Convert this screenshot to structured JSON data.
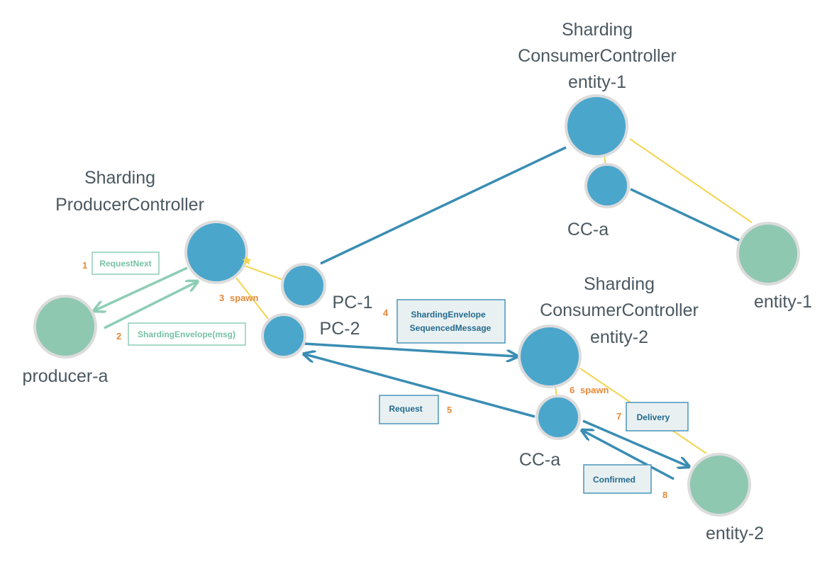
{
  "nodes": {
    "sharding_producer_controller": {
      "label_line1": "Sharding",
      "label_line2": "ProducerController"
    },
    "producer_a": {
      "label": "producer-a"
    },
    "pc_1": {
      "label": "PC-1"
    },
    "pc_2": {
      "label": "PC-2"
    },
    "consumer_controller_entity_1": {
      "label_line1": "Sharding",
      "label_line2": "ConsumerController",
      "label_line3": "entity-1"
    },
    "cc_a_top": {
      "label": "CC-a"
    },
    "entity_1": {
      "label": "entity-1"
    },
    "consumer_controller_entity_2": {
      "label_line1": "Sharding",
      "label_line2": "ConsumerController",
      "label_line3": "entity-2"
    },
    "cc_a_bottom": {
      "label": "CC-a"
    },
    "entity_2": {
      "label": "entity-2"
    }
  },
  "steps": {
    "s1": {
      "num": "1",
      "message": "RequestNext"
    },
    "s2": {
      "num": "2",
      "message": "ShardingEnvelope(msg)"
    },
    "s3": {
      "num": "3",
      "action": "spawn"
    },
    "s4": {
      "num": "4",
      "message_line1": "ShardingEnvelope",
      "message_line2": "SequencedMessage"
    },
    "s5": {
      "num": "5",
      "message": "Request"
    },
    "s6": {
      "num": "6",
      "action": "spawn"
    },
    "s7": {
      "num": "7",
      "message": "Delivery"
    },
    "s8": {
      "num": "8",
      "message": "Confirmed"
    }
  },
  "colors": {
    "blue_node": "#4ba6cc",
    "green_node": "#8ec8b1",
    "node_outline": "#dcdcdc",
    "blue_line": "#3a8db3",
    "green_line": "#8ecdb6",
    "yellow_line": "#f2d44f",
    "orange_number": "#e58a3a",
    "label_grey": "#4b5860",
    "msg_box_fill": "#e8f0f2",
    "msg_box_border": "#4a96ba",
    "msg_text_blue": "#256a8c",
    "msg_text_green": "#76c2a4"
  },
  "icons": {
    "spawn_marker": "star-icon"
  }
}
